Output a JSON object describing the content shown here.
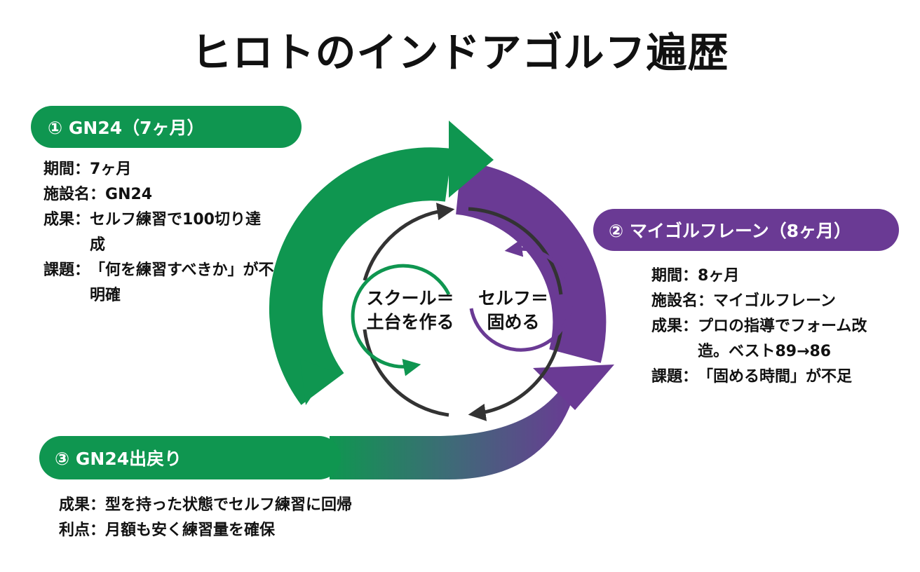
{
  "title": "ヒロトのインドアゴルフ遍歴",
  "colors": {
    "green": "#0f9650",
    "purple": "#6a3a94",
    "dark": "#333333",
    "text": "#111111"
  },
  "sections": [
    {
      "label": "① GN24（7ヶ月）",
      "rows": [
        {
          "key": "期間：",
          "value": "7ヶ月"
        },
        {
          "key": "施設名：",
          "value": "GN24"
        },
        {
          "key": "成果：",
          "value": "セルフ練習で100切り達成"
        },
        {
          "key": "課題：",
          "value": "「何を練習すべきか」が不明確"
        }
      ]
    },
    {
      "label": "② マイゴルフレーン（8ヶ月）",
      "rows": [
        {
          "key": "期間：",
          "value": "8ヶ月"
        },
        {
          "key": "施設名：",
          "value": "マイゴルフレーン"
        },
        {
          "key": "成果：",
          "value": "プロの指導でフォーム改造。ベスト89→86"
        },
        {
          "key": "課題：",
          "value": "「固める時間」が不足"
        }
      ]
    },
    {
      "label": "③ GN24出戻り",
      "rows": [
        {
          "key": "成果：",
          "value": "型を持った状態でセルフ練習に回帰"
        },
        {
          "key": "利点：",
          "value": "月額も安く練習量を確保"
        }
      ]
    }
  ],
  "center": {
    "left": [
      "スクール＝",
      "土台を作る"
    ],
    "right": [
      "セルフ＝",
      "固める"
    ]
  }
}
